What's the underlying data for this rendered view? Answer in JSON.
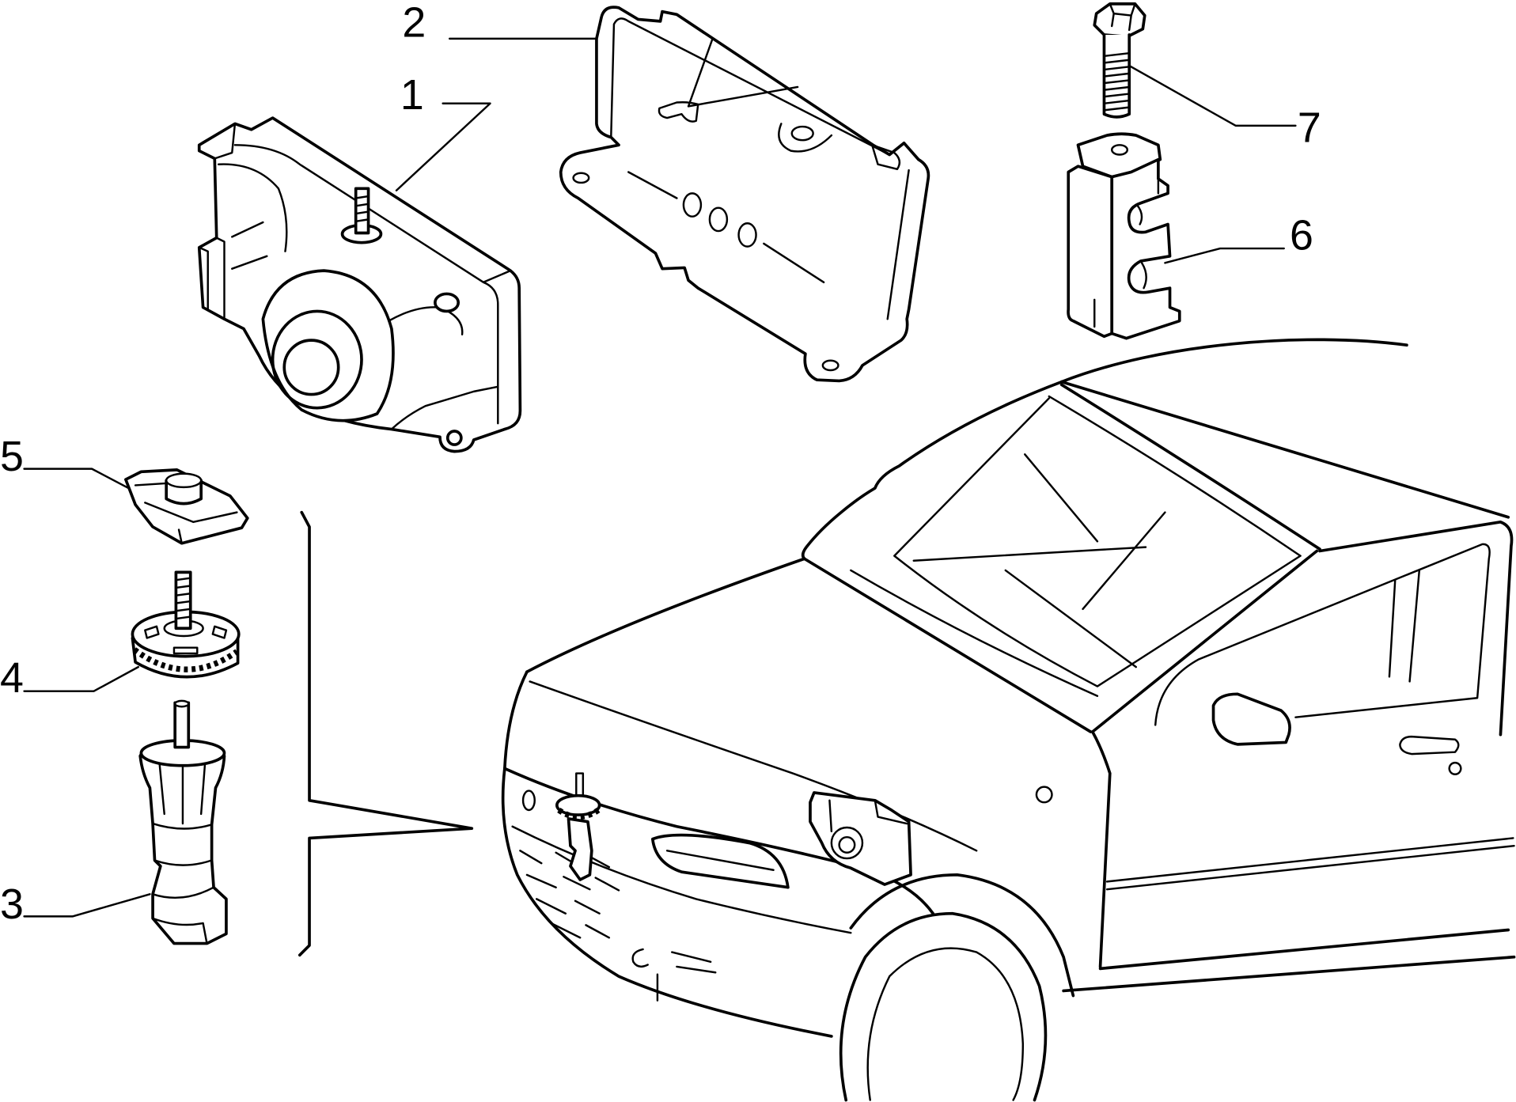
{
  "diagram": {
    "callouts": [
      {
        "label": "1"
      },
      {
        "label": "2"
      },
      {
        "label": "3"
      },
      {
        "label": "4"
      },
      {
        "label": "5"
      },
      {
        "label": "6"
      },
      {
        "label": "7"
      }
    ]
  }
}
